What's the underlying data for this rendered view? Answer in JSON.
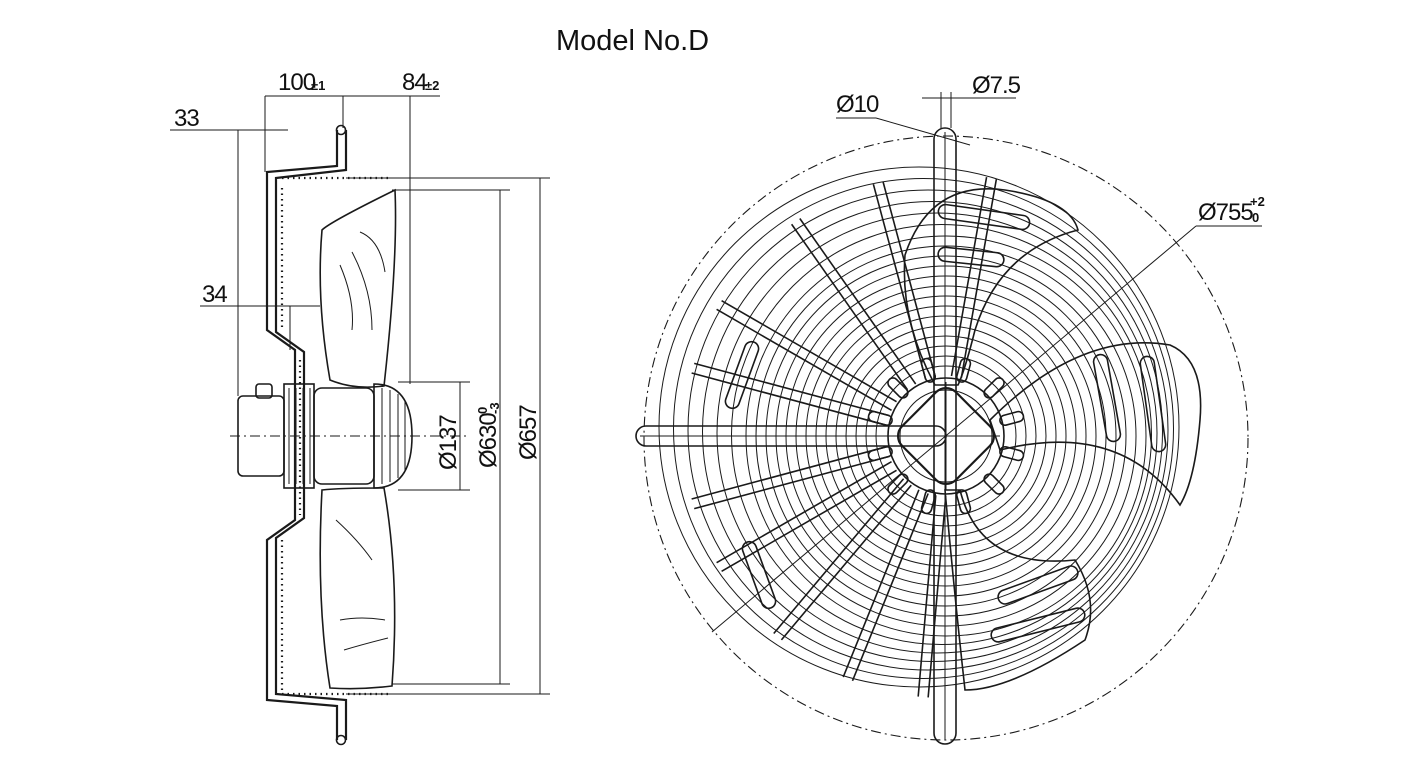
{
  "title": "Model No.D",
  "side_view": {
    "dim_100": "100",
    "dim_100_tol": "±1",
    "dim_84": "84",
    "dim_84_tol": "±2",
    "dim_33": "33",
    "dim_34": "34",
    "dim_137": "Ø137",
    "dim_630": "Ø630",
    "dim_630_tol_upper": "0",
    "dim_630_tol_lower": "-3",
    "dim_657": "Ø657"
  },
  "front_view": {
    "dim_10": "Ø10",
    "dim_7_5": "Ø7.5",
    "dim_755": "Ø755",
    "dim_755_tol_upper": "+2",
    "dim_755_tol_lower": "0"
  },
  "colors": {
    "ink": "#1a1a1a",
    "background": "#ffffff"
  }
}
